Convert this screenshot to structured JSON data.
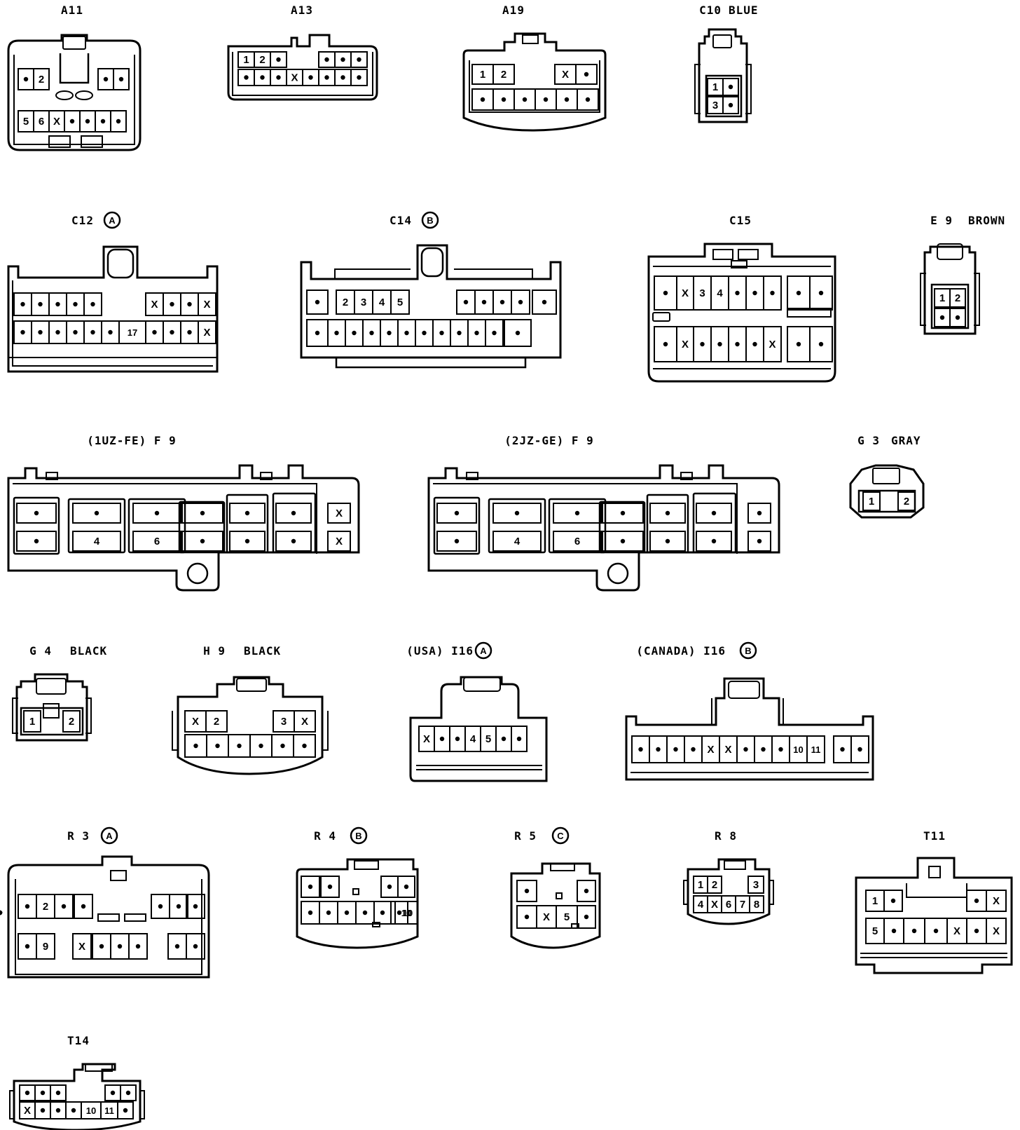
{
  "connectors": [
    {
      "id": "A11",
      "label": "A11",
      "rows": [
        [
          "•",
          "2",
          "",
          "",
          "•",
          "•"
        ],
        [
          "5",
          "6",
          "X",
          "•",
          "•",
          "•",
          "•"
        ]
      ]
    },
    {
      "id": "A13",
      "label": "A13",
      "rows": [
        [
          "1",
          "2",
          "•",
          "",
          "•",
          "•",
          "•"
        ],
        [
          "•",
          "•",
          "•",
          "X",
          "•",
          "•",
          "•",
          "•"
        ]
      ]
    },
    {
      "id": "A19",
      "label": "A19",
      "rows": [
        [
          "1",
          "2",
          "",
          "",
          "X",
          "•"
        ],
        [
          "•",
          "•",
          "•",
          "•",
          "•",
          "•"
        ]
      ]
    },
    {
      "id": "C10",
      "label": "C10",
      "color": "BLUE",
      "rows": [
        [
          "1",
          "•"
        ],
        [
          "3",
          "•"
        ]
      ]
    },
    {
      "id": "C12",
      "label": "C12",
      "variant": "A",
      "rows": [
        [
          "•",
          "•",
          "•",
          "•",
          "•",
          "",
          "",
          "X",
          "•",
          "•",
          "X"
        ],
        [
          "•",
          "•",
          "•",
          "•",
          "•",
          "•",
          "17",
          "•",
          "•",
          "•",
          "X"
        ]
      ]
    },
    {
      "id": "C14",
      "label": "C14",
      "variant": "B",
      "rows": [
        [
          "•",
          "2",
          "3",
          "4",
          "5",
          "",
          "",
          "•",
          "•",
          "•",
          "•",
          "•"
        ],
        [
          "•",
          "•",
          "•",
          "•",
          "•",
          "•",
          "•",
          "•",
          "•",
          "•",
          "•",
          "•"
        ]
      ]
    },
    {
      "id": "C15",
      "label": "C15",
      "rows": [
        [
          "•",
          "X",
          "3",
          "4",
          "•",
          "•",
          "•",
          "•",
          "•"
        ],
        [
          "•",
          "X",
          "•",
          "•",
          "•",
          "•",
          "X",
          "•",
          "•"
        ]
      ]
    },
    {
      "id": "E9",
      "label": "E 9",
      "color": "BROWN",
      "rows": [
        [
          "1",
          "2"
        ],
        [
          "•",
          "•"
        ]
      ]
    },
    {
      "id": "F9a",
      "label": "(1UZ-FE) F 9",
      "rows": [
        [
          "•",
          "•",
          "•",
          "•",
          "•",
          "•",
          "X"
        ],
        [
          "•",
          "4",
          "6",
          "•",
          "•",
          "•",
          "X"
        ]
      ]
    },
    {
      "id": "F9b",
      "label": "(2JZ-GE) F 9",
      "rows": [
        [
          "•",
          "•",
          "•",
          "•",
          "•",
          "•",
          "•"
        ],
        [
          "•",
          "4",
          "6",
          "•",
          "•",
          "•",
          "•"
        ]
      ]
    },
    {
      "id": "G3",
      "label": "G 3",
      "color": "GRAY",
      "rows": [
        [
          "1",
          "2"
        ]
      ]
    },
    {
      "id": "G4",
      "label": "G 4",
      "color": "BLACK",
      "rows": [
        [
          "1",
          "2"
        ]
      ]
    },
    {
      "id": "H9",
      "label": "H 9",
      "color": "BLACK",
      "rows": [
        [
          "X",
          "2",
          "",
          "3",
          "X"
        ],
        [
          "•",
          "•",
          "•",
          "•",
          "•",
          "•"
        ]
      ]
    },
    {
      "id": "I16a",
      "label": "(USA) I16",
      "variant": "A",
      "rows": [
        [
          "X",
          "•",
          "•",
          "4",
          "5",
          "•",
          "•"
        ]
      ]
    },
    {
      "id": "I16b",
      "label": "(CANADA) I16",
      "variant": "B",
      "rows": [
        [
          "•",
          "•",
          "•",
          "•",
          "X",
          "X",
          "•",
          "•",
          "•",
          "10",
          "11",
          "•",
          "•"
        ]
      ]
    },
    {
      "id": "R3",
      "label": "R 3",
      "variant": "A",
      "rows": [
        [
          "•",
          "2",
          "•",
          "•",
          "",
          "•",
          "•",
          "•"
        ],
        [
          "•",
          "9",
          "",
          "X",
          "•",
          "•",
          "•",
          "",
          "•",
          "•"
        ]
      ]
    },
    {
      "id": "R4",
      "label": "R 4",
      "variant": "B",
      "rows": [
        [
          "•",
          "•",
          "",
          "•",
          "•"
        ],
        [
          "•",
          "•",
          "•",
          "•",
          "•",
          "•",
          "10"
        ]
      ]
    },
    {
      "id": "R5",
      "label": "R 5",
      "variant": "C",
      "rows": [
        [
          "•",
          "",
          "•"
        ],
        [
          "•",
          "X",
          "5",
          "•"
        ]
      ]
    },
    {
      "id": "R8",
      "label": "R 8",
      "rows": [
        [
          "1",
          "2",
          "",
          "3"
        ],
        [
          "4",
          "X",
          "6",
          "7",
          "8"
        ]
      ]
    },
    {
      "id": "T11",
      "label": "T11",
      "rows": [
        [
          "1",
          "•",
          "",
          "•",
          "X"
        ],
        [
          "5",
          "•",
          "•",
          "•",
          "X",
          "•",
          "X"
        ]
      ]
    },
    {
      "id": "T14",
      "label": "T14",
      "rows": [
        [
          "•",
          "•",
          "•",
          "",
          "•",
          "•"
        ],
        [
          "X",
          "•",
          "•",
          "•",
          "10",
          "11",
          "•"
        ]
      ]
    }
  ]
}
